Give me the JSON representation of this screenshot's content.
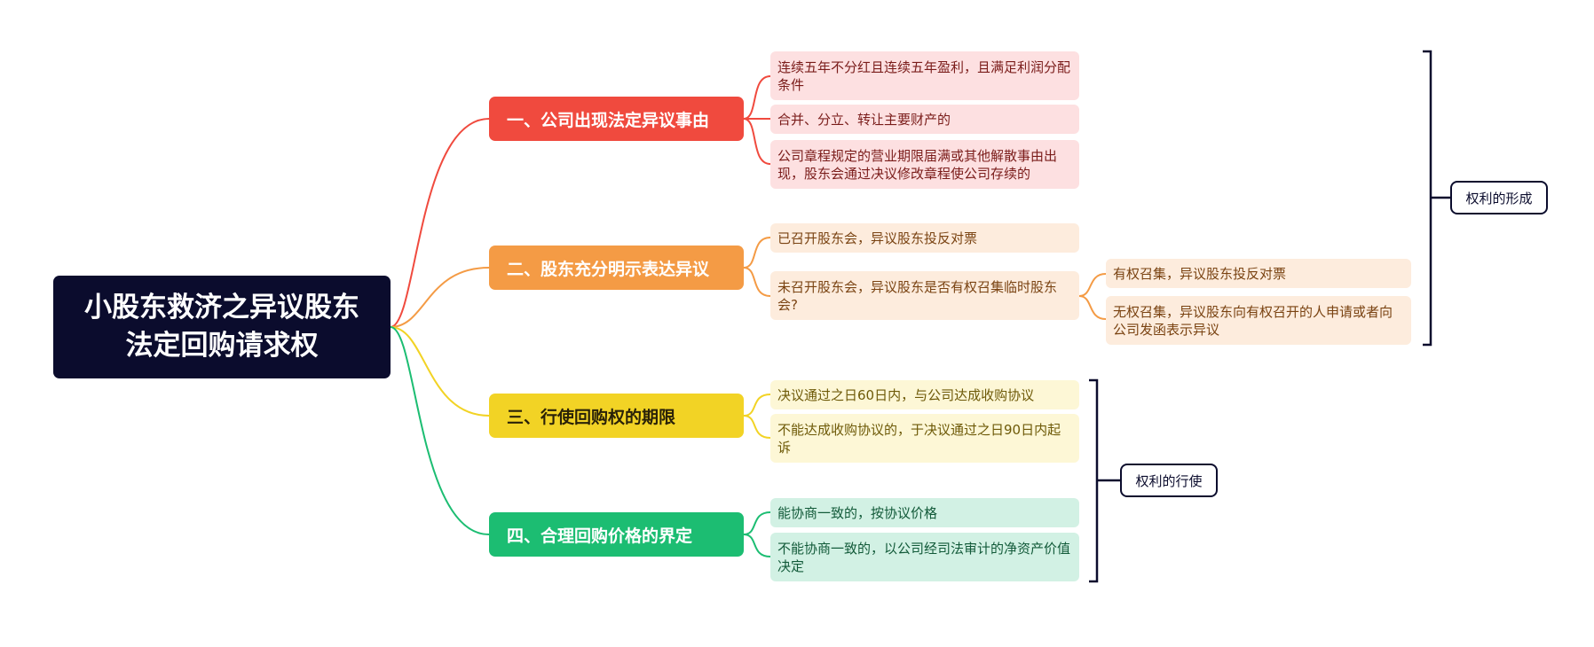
{
  "root": {
    "line1": "小股东救济之异议股东",
    "line2": "法定回购请求权"
  },
  "colors": {
    "root": "#0b0c2d",
    "b1": "#f04a3e",
    "b1_leaf": "#fde0e1",
    "b1_text": "#7a1c1a",
    "b2": "#f49b45",
    "b2_leaf": "#fdecdd",
    "b2_text": "#7a4312",
    "b3": "#f2d325",
    "b3_leaf": "#fdf7d6",
    "b3_text": "#6e5a08",
    "b4": "#1cbd72",
    "b4_leaf": "#d2f1e4",
    "b4_text": "#125a39",
    "bracket": "#0b0c2d"
  },
  "branches": [
    {
      "label": "一、公司出现法定异议事由",
      "leaves": [
        "连续五年不分红且连续五年盈利，且满足利润分配条件",
        "合并、分立、转让主要财产的",
        "公司章程规定的营业期限届满或其他解散事由出现，股东会通过决议修改章程使公司存续的"
      ]
    },
    {
      "label": "二、股东充分明示表达异议",
      "leaves": [
        "已召开股东会，异议股东投反对票",
        "未召开股东会，异议股东是否有权召集临时股东会?"
      ],
      "subleaves": [
        "有权召集，异议股东投反对票",
        "无权召集，异议股东向有权召开的人申请或者向公司发函表示异议"
      ]
    },
    {
      "label": "三、行使回购权的期限",
      "leaves": [
        "决议通过之日60日内，与公司达成收购协议",
        "不能达成收购协议的，于决议通过之日90日内起诉"
      ]
    },
    {
      "label": "四、合理回购价格的界定",
      "leaves": [
        "能协商一致的，按协议价格",
        "不能协商一致的，以公司经司法审计的净资产价值决定"
      ]
    }
  ],
  "summaries": [
    {
      "label": "权利的形成"
    },
    {
      "label": "权利的行使"
    }
  ]
}
